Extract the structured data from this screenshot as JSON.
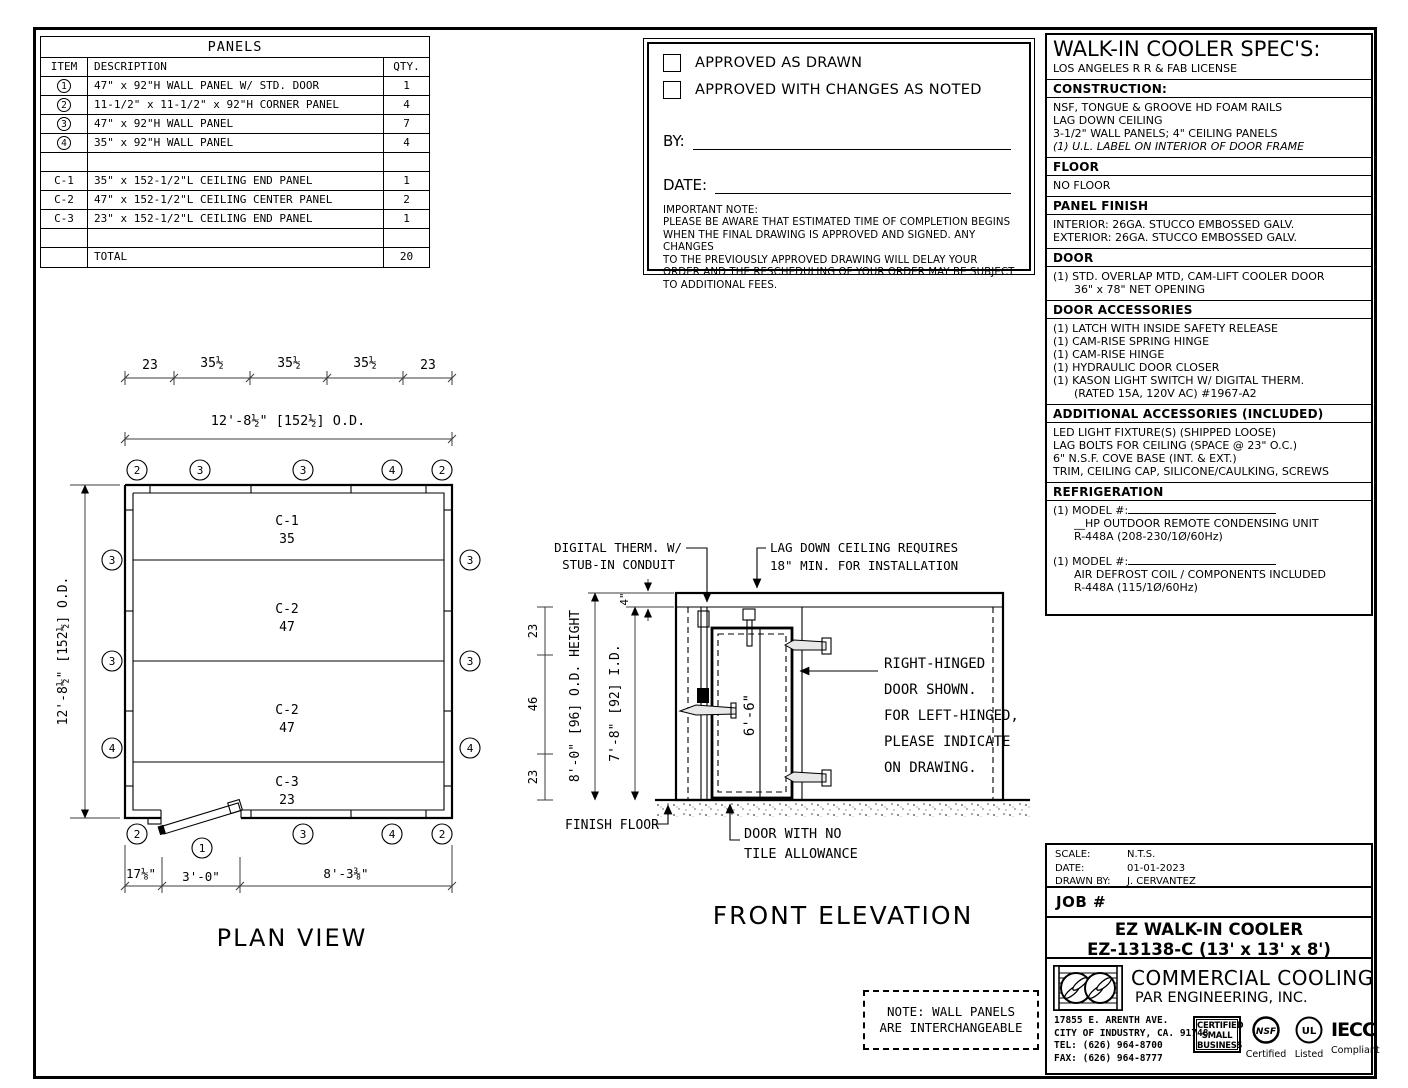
{
  "panels_table": {
    "title": "PANELS",
    "headers": {
      "item": "ITEM",
      "description": "DESCRIPTION",
      "qty": "QTY."
    },
    "rows": [
      {
        "item": "1",
        "desc": "47\" x 92\"H WALL PANEL W/ STD. DOOR",
        "qty": "1"
      },
      {
        "item": "2",
        "desc": "11-1/2\" x 11-1/2\" x 92\"H CORNER PANEL",
        "qty": "4"
      },
      {
        "item": "3",
        "desc": "47\" x 92\"H WALL PANEL",
        "qty": "7"
      },
      {
        "item": "4",
        "desc": "35\" x 92\"H WALL PANEL",
        "qty": "4"
      },
      {
        "item": "",
        "desc": "",
        "qty": ""
      },
      {
        "item": "C-1",
        "desc": "35\" x 152-1/2\"L CEILING END PANEL",
        "qty": "1"
      },
      {
        "item": "C-2",
        "desc": "47\" x 152-1/2\"L CEILING CENTER PANEL",
        "qty": "2"
      },
      {
        "item": "C-3",
        "desc": "23\" x 152-1/2\"L CEILING END PANEL",
        "qty": "1"
      },
      {
        "item": "",
        "desc": "",
        "qty": ""
      },
      {
        "item": "",
        "desc": "TOTAL",
        "qty": "20"
      }
    ]
  },
  "approval": {
    "option1": "APPROVED AS DRAWN",
    "option2": "APPROVED WITH CHANGES AS NOTED",
    "by_label": "BY:",
    "date_label": "DATE:",
    "note_title": "IMPORTANT NOTE:",
    "note_lines": [
      "PLEASE BE AWARE THAT ESTIMATED TIME OF COMPLETION BEGINS",
      "WHEN THE FINAL DRAWING IS APPROVED AND SIGNED. ANY CHANGES",
      "TO THE PREVIOUSLY APPROVED DRAWING WILL DELAY YOUR",
      "ORDER AND THE RESCHEDULING OF YOUR ORDER MAY BE SUBJECT",
      "TO ADDITIONAL FEES."
    ]
  },
  "specs": {
    "title": "WALK-IN COOLER SPEC'S:",
    "license": "LOS ANGELES R R & FAB LICENSE",
    "construction": {
      "heading": "CONSTRUCTION:",
      "lines": [
        "NSF, TONGUE & GROOVE HD FOAM RAILS",
        "LAG DOWN CEILING",
        "3-1/2\" WALL PANELS; 4\" CEILING PANELS",
        "(1) U.L. LABEL ON INTERIOR OF DOOR FRAME"
      ]
    },
    "floor": {
      "heading": "FLOOR",
      "lines": [
        "NO FLOOR"
      ]
    },
    "panel_finish": {
      "heading": "PANEL FINISH",
      "lines": [
        "INTERIOR: 26GA. STUCCO EMBOSSED GALV.",
        "EXTERIOR: 26GA. STUCCO EMBOSSED GALV."
      ]
    },
    "door": {
      "heading": "DOOR",
      "lines": [
        "(1) STD. OVERLAP MTD, CAM-LIFT COOLER DOOR",
        "36\" x 78\" NET OPENING"
      ]
    },
    "door_accessories": {
      "heading": "DOOR ACCESSORIES",
      "lines": [
        "(1) LATCH WITH INSIDE SAFETY RELEASE",
        "(1) CAM-RISE SPRING HINGE",
        "(1) CAM-RISE HINGE",
        "(1) HYDRAULIC DOOR CLOSER",
        "(1) KASON LIGHT SWITCH W/ DIGITAL THERM.",
        "(RATED 15A, 120V AC) #1967-A2"
      ]
    },
    "additional": {
      "heading": "ADDITIONAL ACCESSORIES (INCLUDED)",
      "lines": [
        "LED LIGHT FIXTURE(S) (SHIPPED LOOSE)",
        "LAG BOLTS FOR CEILING (SPACE @ 23\" O.C.)",
        "6\" N.S.F. COVE BASE (INT. & EXT.)",
        "TRIM, CEILING CAP, SILICONE/CAULKING, SCREWS"
      ]
    },
    "refrigeration": {
      "heading": "REFRIGERATION",
      "lines_a": [
        "(1) MODEL #:",
        "__HP OUTDOOR REMOTE CONDENSING UNIT",
        "R-448A (208-230/1Ø/60Hz)"
      ],
      "lines_b": [
        "(1) MODEL #:",
        "AIR DEFROST COIL / COMPONENTS INCLUDED",
        "R-448A (115/1Ø/60Hz)"
      ]
    }
  },
  "plan": {
    "top_segments": [
      "23",
      "35½",
      "35½",
      "35½",
      "23"
    ],
    "overall_width": "12'-8½\" [152½] O.D.",
    "height_dim": "12'-8½\" [152½] O.D.",
    "top_markers": [
      "2",
      "3",
      "3",
      "4",
      "2"
    ],
    "left_markers": [
      "3",
      "3",
      "4"
    ],
    "right_markers": [
      "3",
      "3",
      "4"
    ],
    "bottom_markers": [
      "2",
      "3",
      "4",
      "2"
    ],
    "door_marker": "1",
    "ceiling_panels": [
      {
        "label": "C-1",
        "size": "35"
      },
      {
        "label": "C-2",
        "size": "47"
      },
      {
        "label": "C-2",
        "size": "47"
      },
      {
        "label": "C-3",
        "size": "23"
      }
    ],
    "bottom_dims": [
      "17⅛\"",
      "3'-0\"",
      "8'-3⅜\""
    ],
    "title": "PLAN VIEW"
  },
  "elev": {
    "therm_label": [
      "DIGITAL THERM. W/",
      "STUB-IN CONDUIT"
    ],
    "lag_label": [
      "LAG DOWN CEILING REQUIRES",
      "18\" MIN. FOR INSTALLATION"
    ],
    "left_segments": [
      "23",
      "46",
      "23"
    ],
    "od_height": "8'-0\" [96] O.D. HEIGHT",
    "id_height": "7'-8\" [92] I.D.",
    "ceiling_thickness": "4\"",
    "door_height": "6'-6\"",
    "hinge_note": [
      "RIGHT-HINGED",
      "DOOR SHOWN.",
      "FOR LEFT-HINGED,",
      "PLEASE INDICATE",
      "ON DRAWING."
    ],
    "finish_floor": "FINISH FLOOR",
    "door_note": [
      "DOOR WITH NO",
      "TILE ALLOWANCE"
    ],
    "title": "FRONT ELEVATION"
  },
  "note_box": {
    "line1": "NOTE: WALL PANELS",
    "line2": "ARE INTERCHANGEABLE"
  },
  "titleblock": {
    "scale_label": "SCALE:",
    "scale": "N.T.S.",
    "date_label": "DATE:",
    "date": "01-01-2023",
    "drawn_label": "DRAWN BY:",
    "drawn": "J. CERVANTEZ",
    "job": "JOB #",
    "product_line1": "EZ WALK-IN COOLER",
    "product_line2": "EZ-13138-C  (13' x 13' x 8')",
    "company": "COMMERCIAL COOLING",
    "company2": "PAR ENGINEERING, INC.",
    "address": [
      "17855 E. ARENTH AVE.",
      "CITY OF INDUSTRY, CA. 91748",
      "TEL: (626) 964-8700",
      "FAX: (626) 964-8777"
    ],
    "certs": {
      "csb1": "CERTIFIED",
      "csb2": "SMALL",
      "csb3": "BUSINESS",
      "nsf": "NSF",
      "nsf_sub": "Certified",
      "ul": "UL",
      "ul_sub": "Listed",
      "iecc": "IECC",
      "iecc_sub": "Compliant"
    }
  }
}
